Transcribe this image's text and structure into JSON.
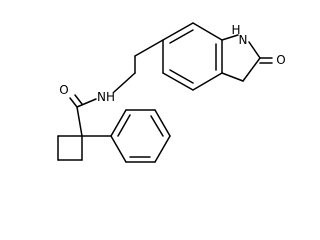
{
  "molecule": {
    "atoms": {
      "nh_amide": "NH",
      "o_amide": "O",
      "nh_indolinone": "H",
      "n_indolinone": "N",
      "o_indolinone": "O"
    }
  }
}
